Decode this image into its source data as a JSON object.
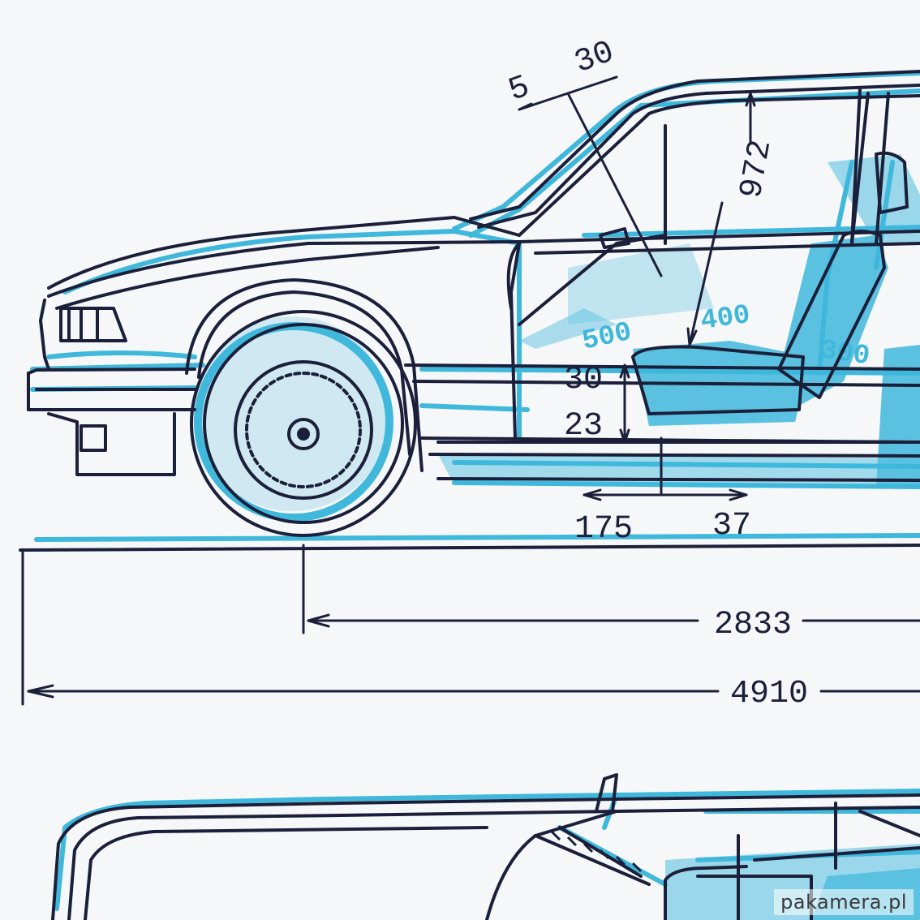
{
  "colors": {
    "paper": "#f6f7f8",
    "ink": "#1b1f3a",
    "cyan": "#3fb8dc"
  },
  "dimensions": {
    "angle_a": "5",
    "angle_b": "30",
    "headroom": "972",
    "seat_height_upper": "30",
    "seat_height_lower": "23",
    "seat_travel_back": "175",
    "seat_travel_fwd": "37",
    "wheelbase": "2833",
    "overall_length": "4910"
  },
  "seat_scale_labels": [
    "500",
    "400",
    "300"
  ],
  "watermark": "pakamera.pl"
}
